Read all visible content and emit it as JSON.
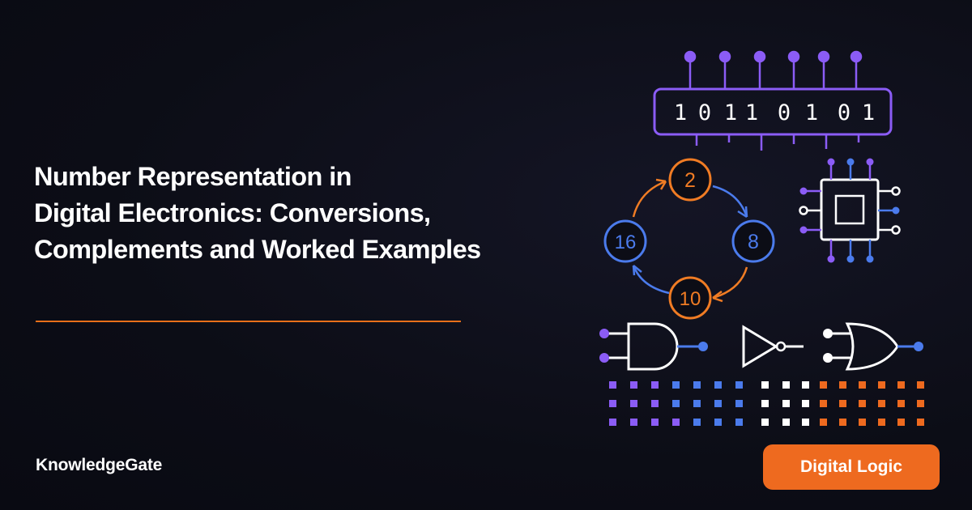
{
  "headline": {
    "line1": "Number Representation in",
    "line2": "Digital Electronics: Conversions,",
    "line3": "Complements and Worked Examples"
  },
  "brand": "KnowledgeGate",
  "category_tag": "Digital Logic",
  "binary_register": {
    "bits": [
      "1",
      "0",
      "1",
      "1",
      "0",
      "1",
      "0",
      "1"
    ],
    "color": "#8b5cf6"
  },
  "base_cycle": {
    "bases": [
      {
        "label": "2",
        "color": "#f07c24"
      },
      {
        "label": "8",
        "color": "#4b7bec"
      },
      {
        "label": "10",
        "color": "#f07c24"
      },
      {
        "label": "16",
        "color": "#4b7bec"
      }
    ]
  },
  "logic_gates": [
    "and-gate",
    "not-gate",
    "or-gate"
  ],
  "colors": {
    "background": "#0c0d16",
    "accent_orange": "#ee6a1f",
    "accent_blue": "#4b7bec",
    "accent_purple": "#8b5cf6",
    "text": "#ffffff"
  }
}
